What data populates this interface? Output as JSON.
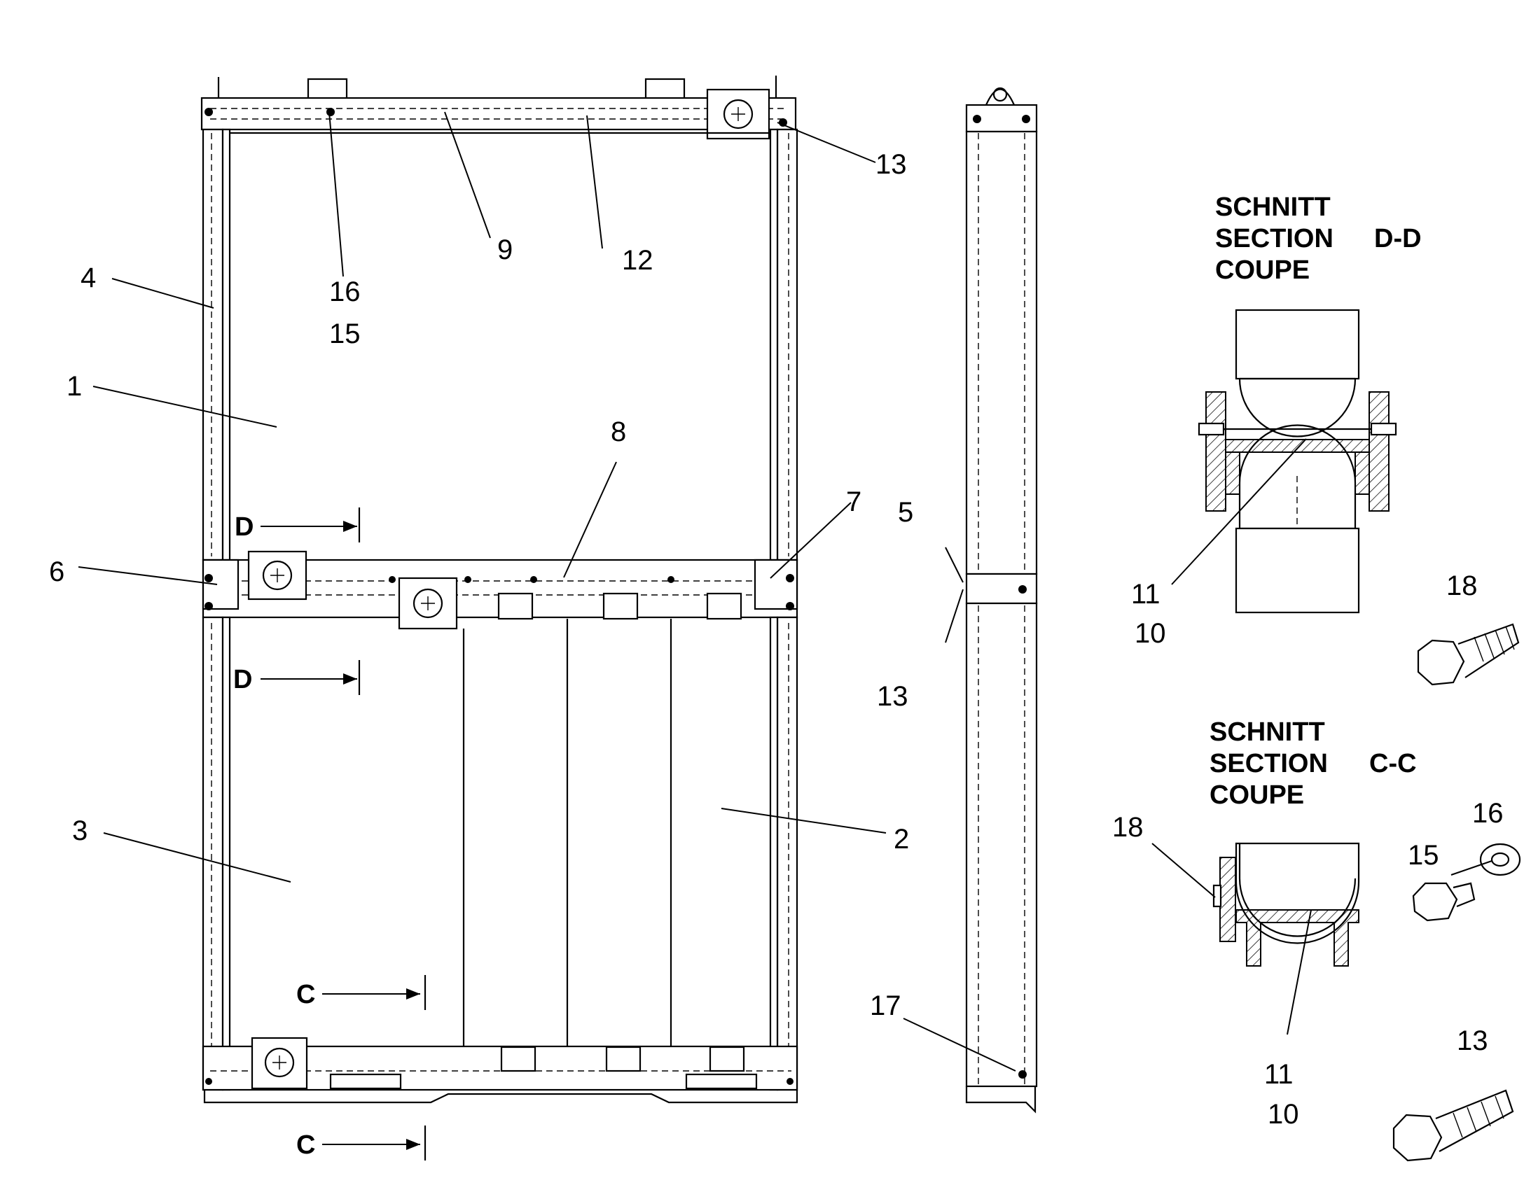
{
  "part_labels": {
    "p1": "1",
    "p2": "2",
    "p3": "3",
    "p4": "4",
    "p5": "5",
    "p6": "6",
    "p7": "7",
    "p8": "8",
    "p9": "9",
    "p12": "12",
    "p13a": "13",
    "p13b": "13",
    "p13c": "13",
    "p15a": "15",
    "p16a": "16",
    "p15b": "15",
    "p16b": "16",
    "p11a": "11",
    "p10a": "10",
    "p11b": "11",
    "p10b": "10",
    "p17": "17",
    "p18a": "18",
    "p18b": "18"
  },
  "section_markers": {
    "d_top": "D",
    "d_bottom": "D",
    "c_top": "C",
    "c_bottom": "C"
  },
  "section_dd": {
    "line1": "SCHNITT",
    "line2": "SECTION",
    "line3": "COUPE",
    "id": "D-D"
  },
  "section_cc": {
    "line1": "SCHNITT",
    "line2": "SECTION",
    "line3": "COUPE",
    "id": "C-C"
  }
}
